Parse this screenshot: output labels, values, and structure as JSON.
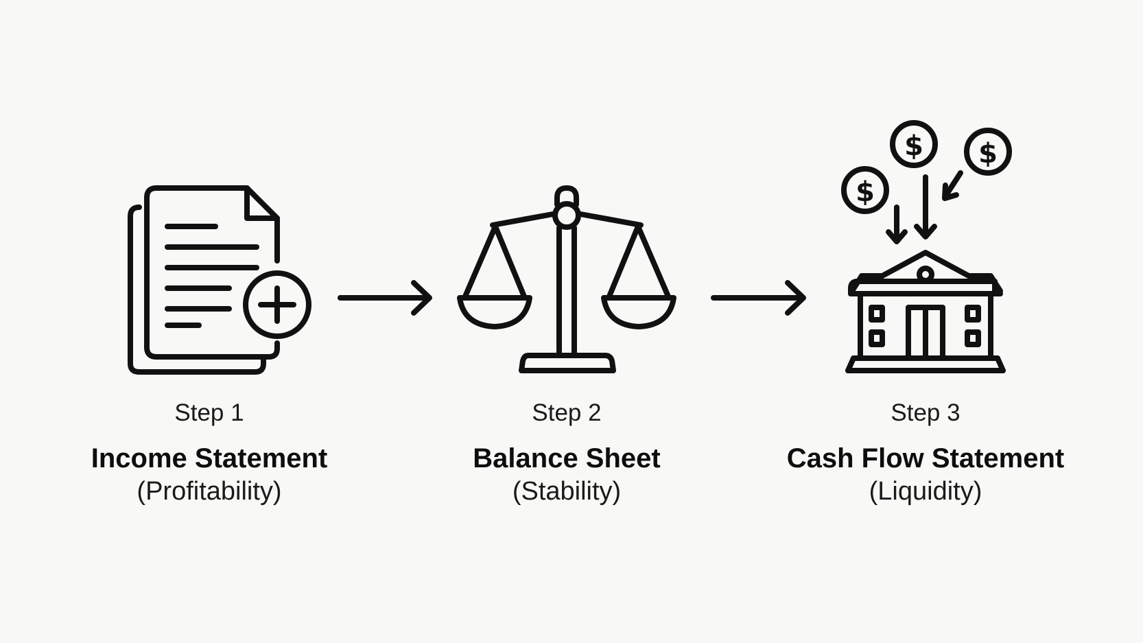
{
  "colors": {
    "background": "#f8f8f6",
    "ink": "#111111"
  },
  "steps": [
    {
      "label": "Step 1",
      "title": "Income Statement",
      "subtitle": "(Profitability)",
      "icon": "document-plus-icon"
    },
    {
      "label": "Step 2",
      "title": "Balance Sheet",
      "subtitle": "(Stability)",
      "icon": "balance-scale-icon"
    },
    {
      "label": "Step 3",
      "title": "Cash Flow Statement",
      "subtitle": "(Liquidity)",
      "icon": "bank-cash-inflow-icon"
    }
  ],
  "connectors": [
    "arrow-right-icon",
    "arrow-right-icon"
  ],
  "coin_symbol": "$"
}
